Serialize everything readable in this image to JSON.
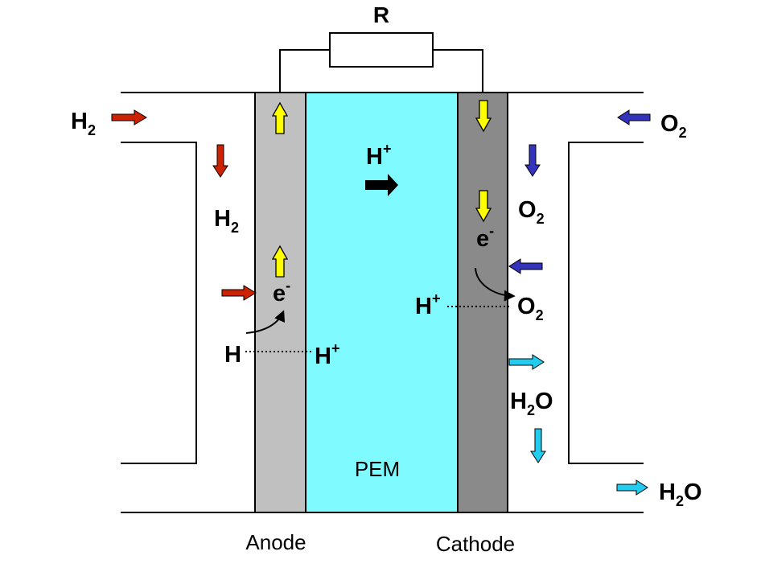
{
  "resistor": {
    "label": "R"
  },
  "membrane": {
    "label": "PEM"
  },
  "anode": {
    "label": "Anode",
    "inlet": {
      "base": "H",
      "sub": "2"
    },
    "channel": {
      "base": "H",
      "sub": "2"
    },
    "electron": {
      "base": "e",
      "sup": "-"
    },
    "atom": "H",
    "proton": {
      "base": "H",
      "sup": "+"
    }
  },
  "pem_flow": {
    "base": "H",
    "sup": "+"
  },
  "cathode": {
    "label": "Cathode",
    "inlet": {
      "base": "O",
      "sub": "2"
    },
    "channel": {
      "base": "O",
      "sub": "2"
    },
    "electron": {
      "base": "e",
      "sup": "-"
    },
    "proton": {
      "base": "H",
      "sup": "+"
    },
    "reactant": {
      "base": "O",
      "sub": "2"
    },
    "product": {
      "base": "H",
      "sub": "2",
      "tail": "O"
    },
    "outlet": {
      "base": "H",
      "sub": "2",
      "tail": "O"
    }
  },
  "colors": {
    "hydrogen_arrow": "#cc2200",
    "oxygen_arrow": "#3333bb",
    "electron_arrow": "#ffff00",
    "proton_arrow": "#000000",
    "water_arrow": "#22ccee",
    "membrane_fill": "#7ffaff",
    "anode_fill": "#c0c0c0",
    "cathode_fill": "#8a8a8a"
  }
}
